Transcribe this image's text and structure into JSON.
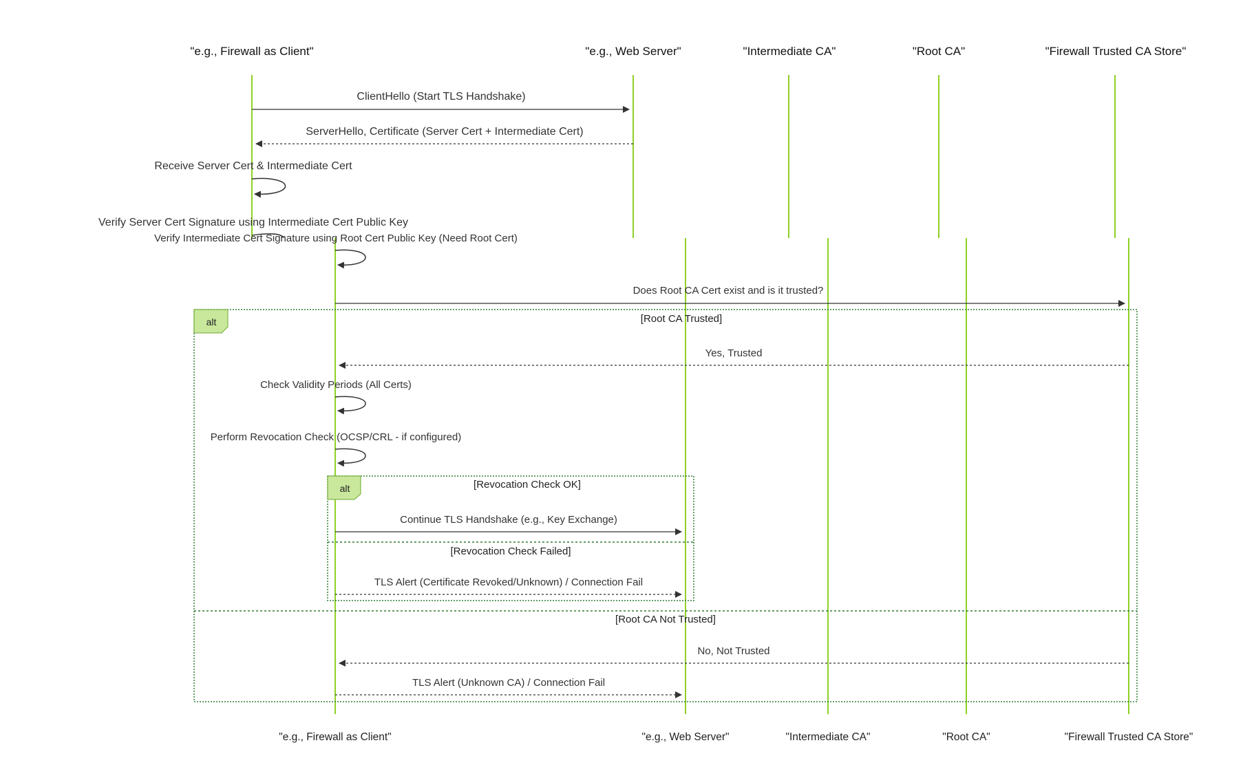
{
  "participants": {
    "client": "\"e.g., Firewall as Client\"",
    "server": "\"e.g., Web Server\"",
    "intermediate": "\"Intermediate CA\"",
    "root": "\"Root CA\"",
    "store": "\"Firewall Trusted CA Store\""
  },
  "messages": {
    "m1": "ClientHello (Start TLS Handshake)",
    "m2": "ServerHello, Certificate (Server Cert + Intermediate Cert)",
    "m3": "Receive Server Cert & Intermediate Cert",
    "m4": "Verify Server Cert Signature using Intermediate Cert Public Key",
    "m5": "Verify Intermediate Cert Signature using Root Cert Public Key (Need Root Cert)",
    "m6": "Does Root CA Cert exist and is it trusted?",
    "m7": "Yes, Trusted",
    "m8": "Check Validity Periods (All Certs)",
    "m9": "Perform Revocation Check (OCSP/CRL - if configured)",
    "m10": "Continue TLS Handshake (e.g., Key Exchange)",
    "m11": "TLS Alert (Certificate Revoked/Unknown) / Connection Fail",
    "m12": "No, Not Trusted",
    "m13": "TLS Alert (Unknown CA) / Connection Fail"
  },
  "fragments": {
    "outer": {
      "label": "alt",
      "cond_trusted": "[Root CA Trusted]",
      "cond_not_trusted": "[Root CA Not Trusted]"
    },
    "inner": {
      "label": "alt",
      "cond_ok": "[Revocation Check OK]",
      "cond_failed": "[Revocation Check Failed]"
    }
  },
  "colors": {
    "lifeline": "#8fd124",
    "frame": "#2e7d32",
    "tab_fill": "#c9e89c",
    "arrow": "#333333"
  }
}
